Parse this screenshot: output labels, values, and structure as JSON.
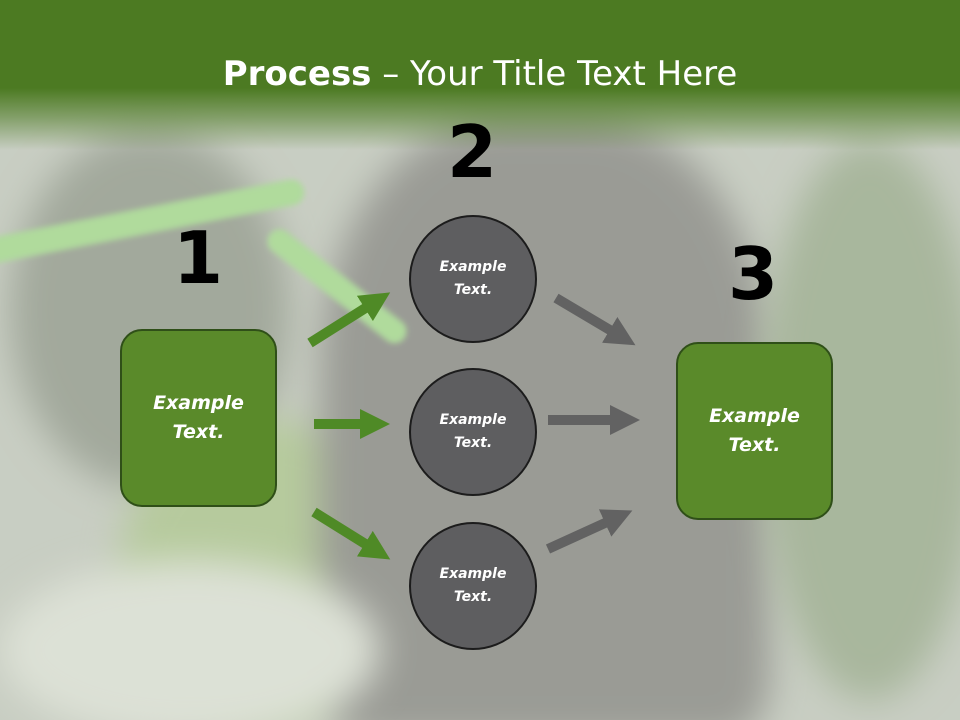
{
  "title": {
    "bold": "Process",
    "rest": " – Your Title Text Here"
  },
  "steps": {
    "one": "1",
    "two": "2",
    "three": "3"
  },
  "boxes": {
    "left": "Example Text.",
    "right": "Example Text."
  },
  "circles": {
    "top": "Example Text.",
    "middle": "Example Text.",
    "bottom": "Example Text."
  },
  "colors": {
    "green": "#5a8a2a",
    "grey": "#5e5e60",
    "arrow_green": "#4f8a26",
    "arrow_grey": "#626262"
  }
}
